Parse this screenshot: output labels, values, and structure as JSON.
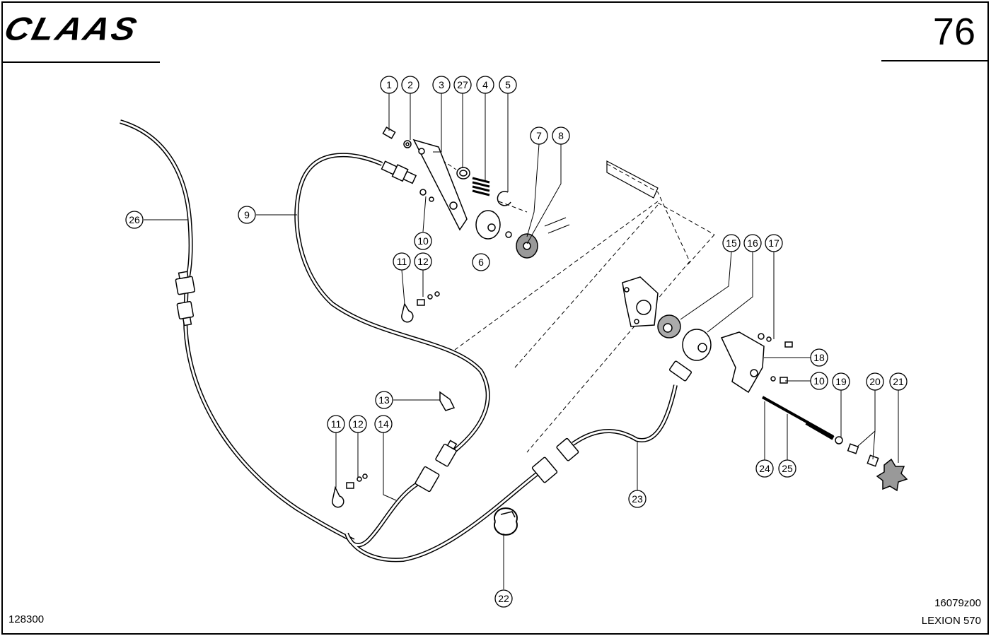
{
  "header": {
    "brand": "CLAAS",
    "page_number": "76"
  },
  "footer": {
    "drawing_code": "16079z00",
    "model": "LEXION 570",
    "document_number": "128300"
  },
  "callouts": [
    "1",
    "2",
    "3",
    "27",
    "4",
    "5",
    "7",
    "8",
    "9",
    "26",
    "10",
    "11",
    "12",
    "6",
    "15",
    "16",
    "17",
    "18",
    "10",
    "19",
    "20",
    "21",
    "13",
    "11",
    "12",
    "14",
    "24",
    "25",
    "23",
    "22"
  ]
}
